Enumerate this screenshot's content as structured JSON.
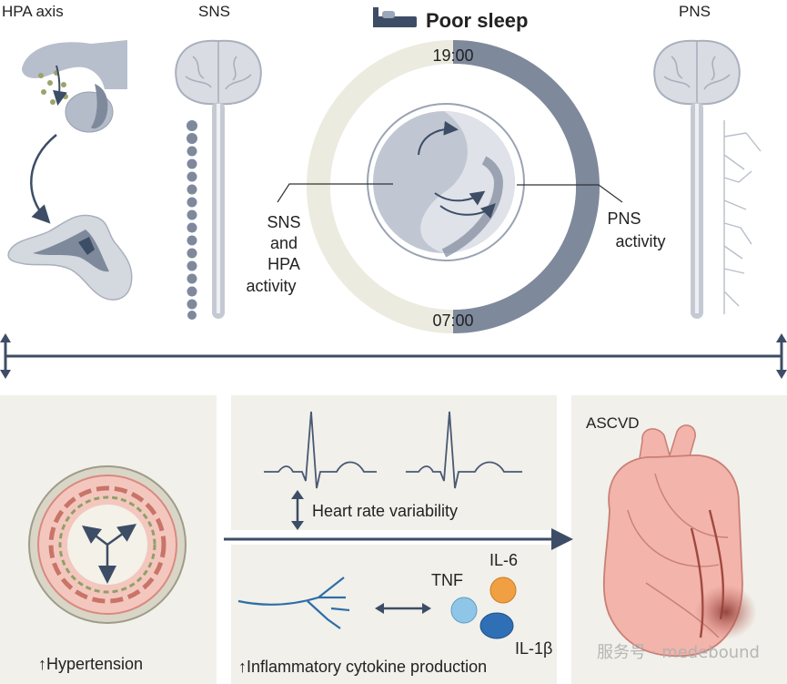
{
  "top": {
    "hpa_title": "HPA axis",
    "sns_title": "SNS",
    "pns_title": "PNS",
    "poor_sleep": "Poor sleep",
    "clock_top": "19:00",
    "clock_bottom": "07:00",
    "sns_activity": [
      "SNS",
      "and",
      "HPA",
      "activity"
    ],
    "pns_activity": [
      "PNS",
      "activity"
    ]
  },
  "bottom": {
    "hypertension": "↑Hypertension",
    "hrv": "Heart rate variability",
    "inflammatory": "↑Inflammatory cytokine production",
    "tnf": "TNF",
    "il6": "IL-6",
    "il1b": "IL-1β",
    "ascvd": "ASCVD"
  },
  "watermark": "服务号 · medebound",
  "colors": {
    "panel_bg": "#f1f0ea",
    "arrow": "#3d4d66",
    "clock_dark": "#7e899c",
    "clock_light": "#ecebdf",
    "heart": "#f2b4ab",
    "tnf_ball": "#8fc6e8",
    "il6_ball": "#f0a043",
    "il1b_ball": "#2f6fb6"
  }
}
